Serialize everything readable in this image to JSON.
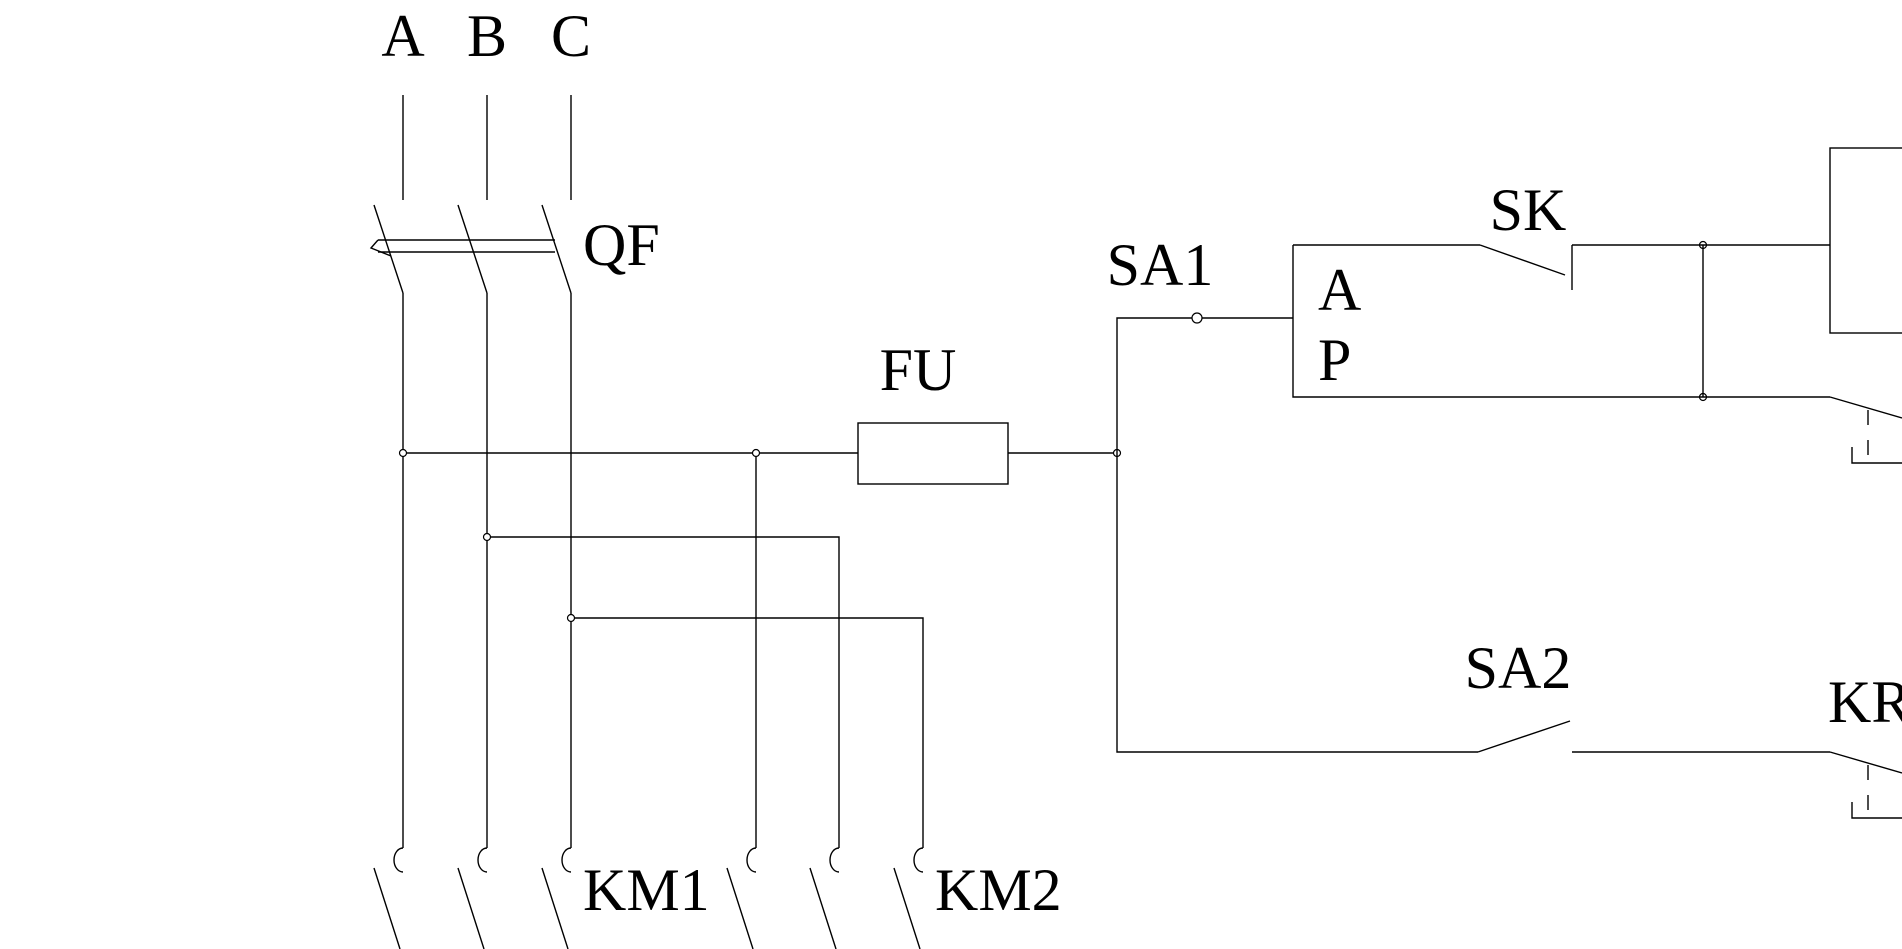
{
  "labels": {
    "phase_a": "A",
    "phase_b": "B",
    "phase_c": "C",
    "breaker": "QF",
    "fuse": "FU",
    "switch_sa1": "SA1",
    "sa1_pos_a": "A",
    "sa1_pos_p": "P",
    "switch_sk": "SK",
    "switch_sa2": "SA2",
    "contactor_km1": "KM1",
    "contactor_km2": "KM2",
    "relay_kr_partial": "KR"
  },
  "colors": {
    "line": "#000000",
    "background": "#ffffff"
  }
}
